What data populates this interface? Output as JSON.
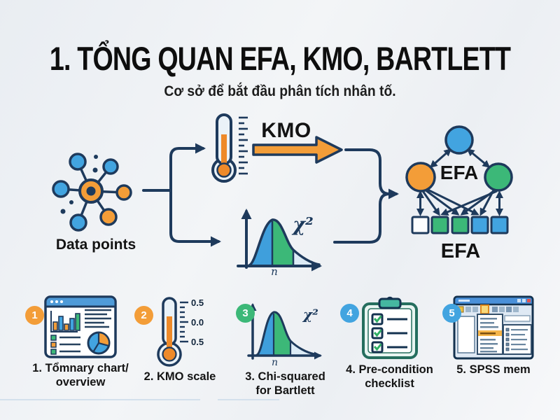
{
  "header": {
    "title": "1. TỔNG QUAN EFA, KMO, BARTLETT",
    "subtitle": "Cơ sở để bắt đầu phân tích nhân tố."
  },
  "flow": {
    "data_points_label": "Data points",
    "kmo_label": "KMO",
    "chi_squared_label": "χ²",
    "chi_axis_label": "n",
    "efa_center_label": "EFA",
    "efa_bottom_label": "EFA"
  },
  "steps": [
    {
      "number": "1",
      "caption_line1": "1. Tổmnary chart/",
      "caption_line2": "overview",
      "icon": "summary-dashboard-icon",
      "badge_color": "#f39d38"
    },
    {
      "number": "2",
      "caption_line1": "2. KMO scale",
      "caption_line2": "",
      "icon": "kmo-thermometer-icon",
      "badge_color": "#f39d38",
      "scale_labels": [
        "0.5",
        "0.0",
        "0.5"
      ]
    },
    {
      "number": "3",
      "caption_line1": "3. Chi-squared",
      "caption_line2": "for Bartlett",
      "icon": "chi-squared-curve-icon",
      "badge_color": "#3cb878",
      "chi_label": "χ²",
      "axis_label": "n"
    },
    {
      "number": "4",
      "caption_line1": "4. Pre-condition",
      "caption_line2": "checklist",
      "icon": "checklist-clipboard-icon",
      "badge_color": "#42a4e0"
    },
    {
      "number": "5",
      "caption_line1": "5. SPSS mem",
      "caption_line2": "",
      "icon": "spss-window-icon",
      "badge_color": "#42a4e0"
    }
  ],
  "colors": {
    "navy_outline": "#1e3a5c",
    "orange": "#f39d38",
    "blue": "#42a4e0",
    "green": "#3cb878",
    "chi_tail": "#dcebf6",
    "background": "#eef1f4",
    "text": "#131313"
  }
}
